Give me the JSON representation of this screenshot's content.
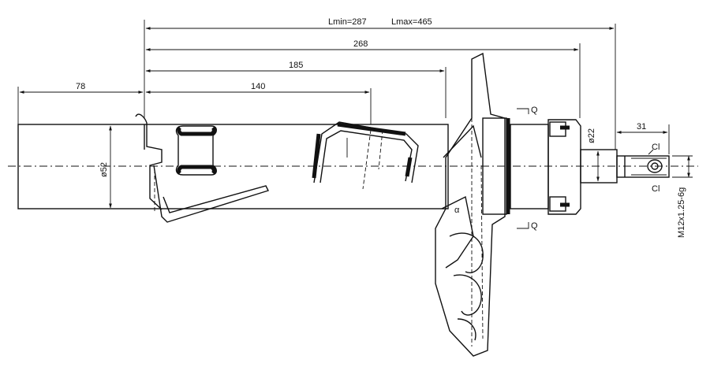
{
  "dimensions": {
    "lmin": "Lmin=287",
    "lmax": "Lmax=465",
    "d268": "268",
    "d185": "185",
    "d140": "140",
    "d78": "78",
    "d31": "31",
    "dia52": "ø52",
    "dia22": "ø22",
    "thread": "M12x1.25-6g"
  },
  "labels": {
    "section_top": "Q",
    "section_bottom": "Q",
    "angle": "α",
    "cl_top": "Cl",
    "cl_bottom": "Cl"
  }
}
